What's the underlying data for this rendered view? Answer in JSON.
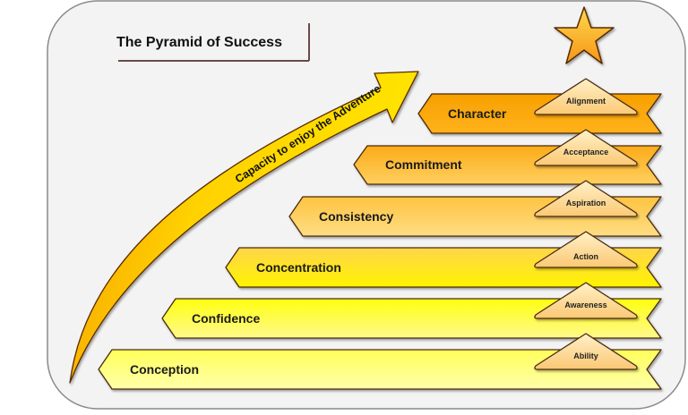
{
  "diagram": {
    "title": "The Pyramid of Success",
    "arrow_label": "Capacity to enjoy the Adventure",
    "top_icon": "star-icon",
    "levels": [
      {
        "label": "Character",
        "badge": "Alignment",
        "color_top": "#f7a300",
        "color_bottom": "#ffb21a"
      },
      {
        "label": "Commitment",
        "badge": "Acceptance",
        "color_top": "#fbae1c",
        "color_bottom": "#ffd060"
      },
      {
        "label": "Consistency",
        "badge": "Aspiration",
        "color_top": "#fdc848",
        "color_bottom": "#ffdc80"
      },
      {
        "label": "Concentration",
        "badge": "Action",
        "color_top": "#ffd24a",
        "color_bottom": "#fff200"
      },
      {
        "label": "Confidence",
        "badge": "Awareness",
        "color_top": "#ffff20",
        "color_bottom": "#fff88a"
      },
      {
        "label": "Conception",
        "badge": "Ability",
        "color_top": "#ffff60",
        "color_bottom": "#ffffa8"
      }
    ],
    "colors": {
      "background_panel": "#f3f3f3",
      "panel_border": "#8a8a8a",
      "outline": "#4a2a10",
      "badge_fill": "#fcd58a",
      "star_top": "#ffd34a",
      "star_bottom": "#f59a1a",
      "arrow_light": "#ffe000",
      "arrow_dark": "#f08c00"
    }
  }
}
